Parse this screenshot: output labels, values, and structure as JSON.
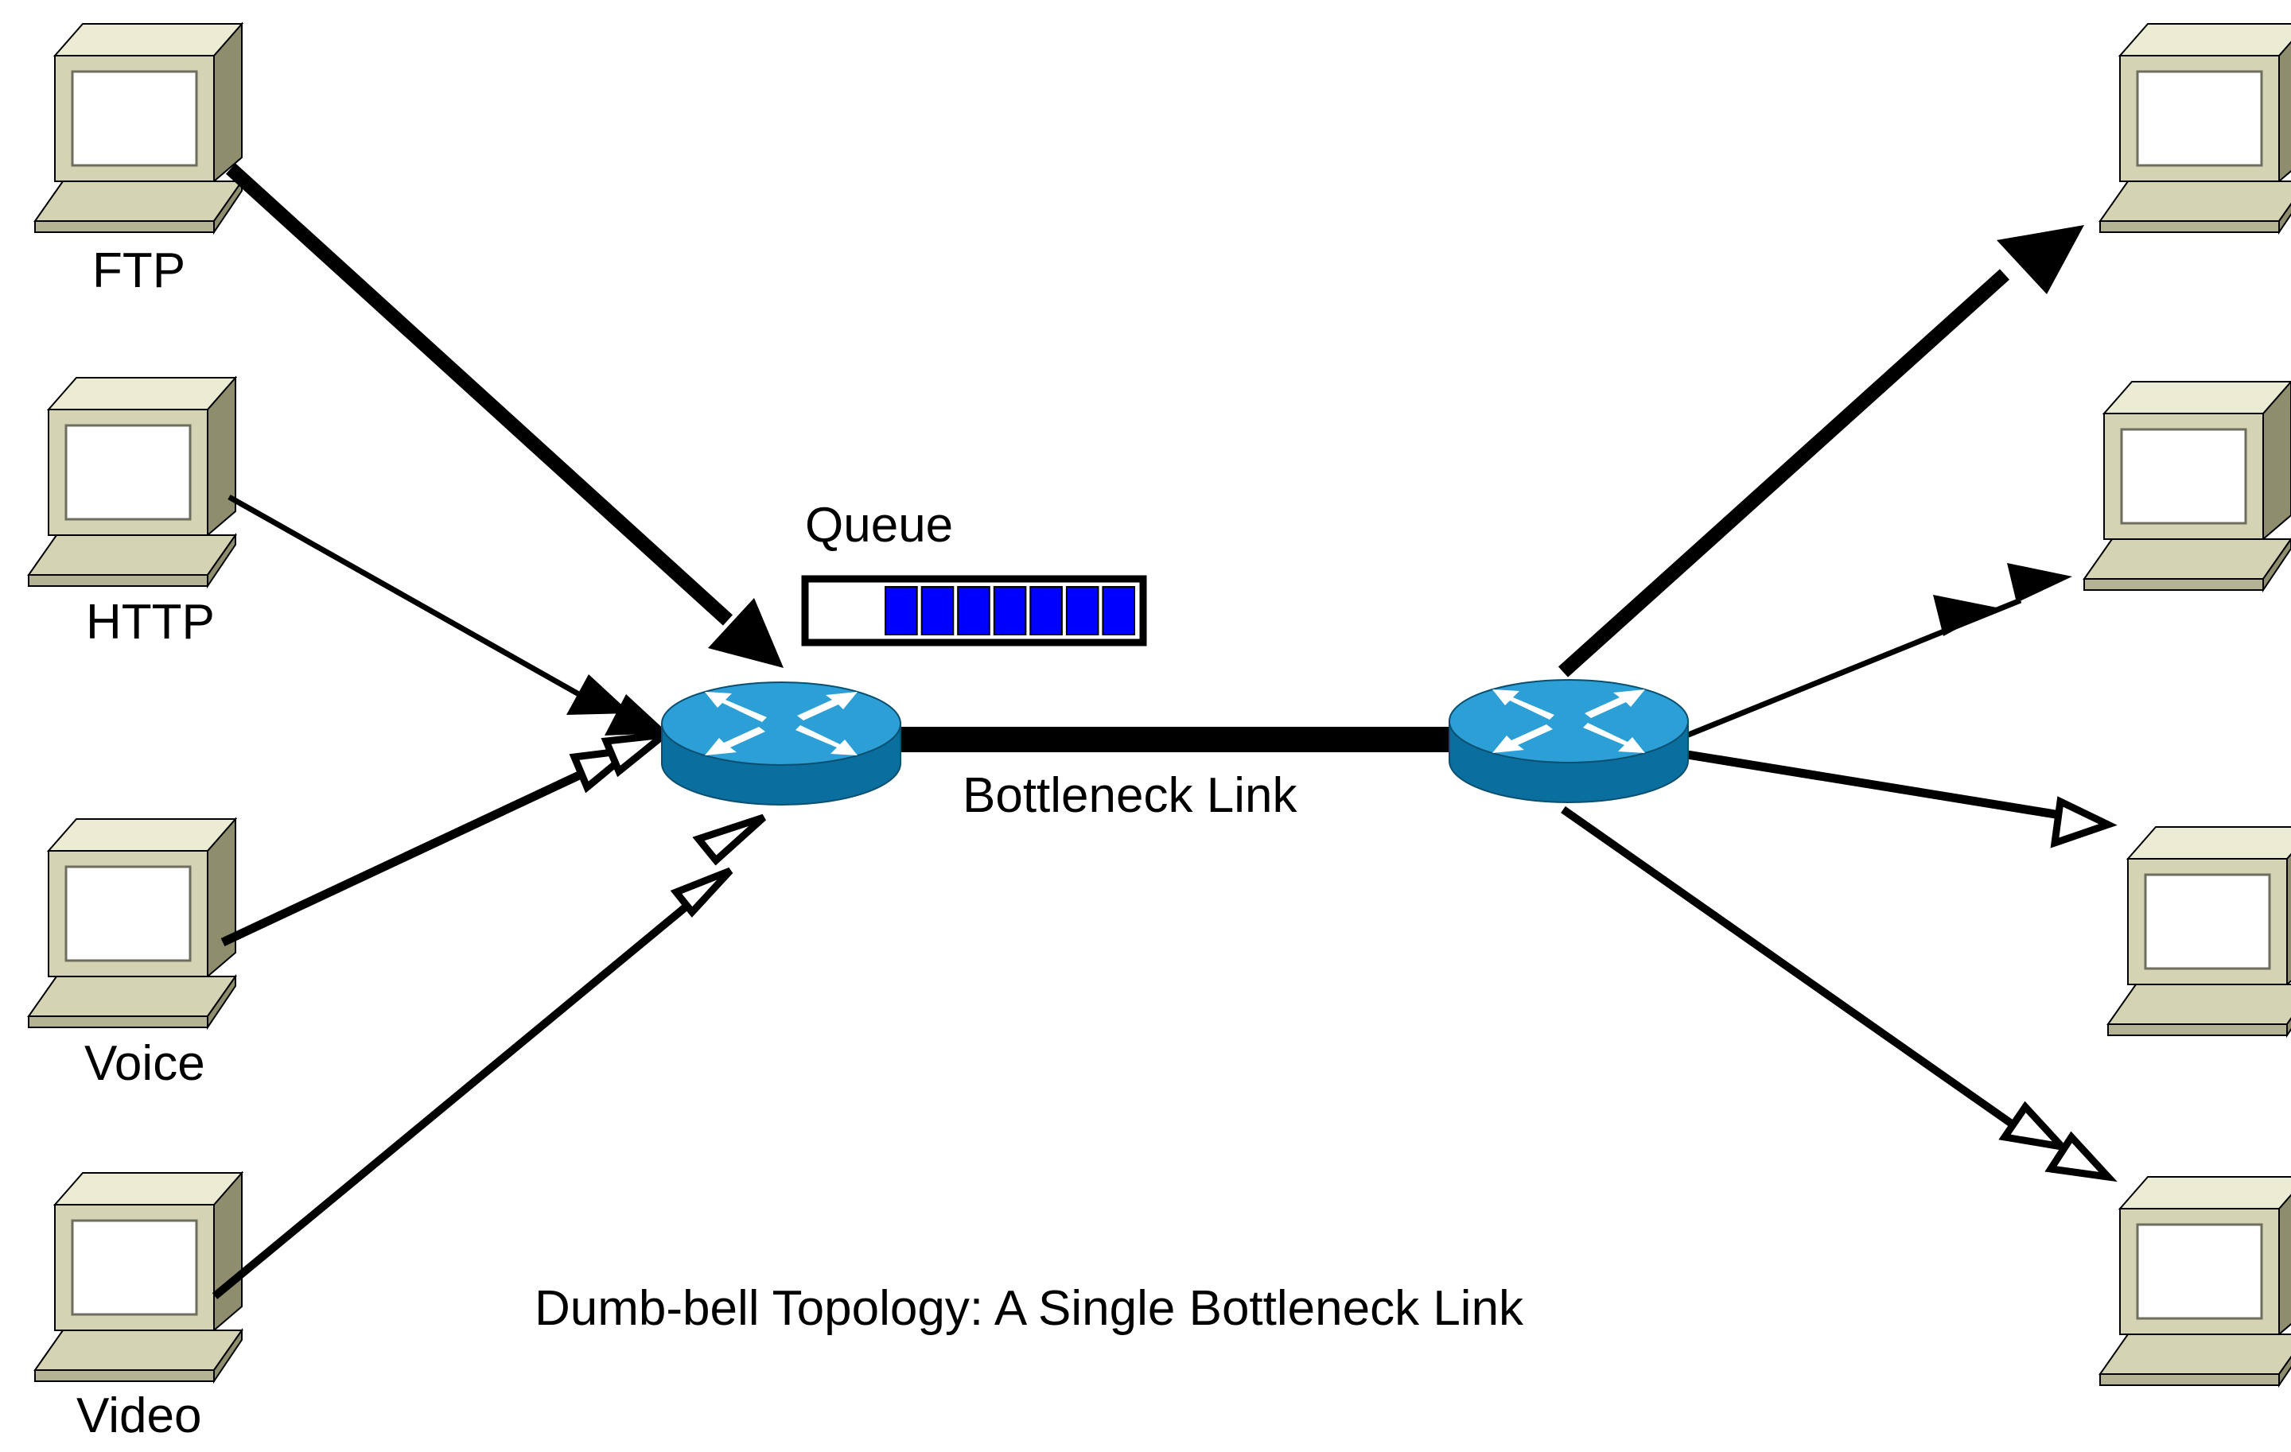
{
  "caption": "Dumb-bell Topology: A Single Bottleneck Link",
  "queue": {
    "label": "Queue",
    "filled_slots": 7,
    "total_slots": 9
  },
  "bottleneck": {
    "label": "Bottleneck Link"
  },
  "senders": [
    {
      "label": "FTP"
    },
    {
      "label": "HTTP"
    },
    {
      "label": "Voice"
    },
    {
      "label": "Video"
    }
  ],
  "receivers": [
    {},
    {},
    {},
    {}
  ],
  "colors": {
    "queue_fill": "#0000ff",
    "router_top": "#2b9fd6",
    "router_side": "#0a6e9e",
    "computer_body": "#d4d4b4",
    "computer_shade": "#8e8e6e"
  },
  "icons": {
    "router": "router-icon",
    "computer": "computer-icon",
    "arrow_solid": "solid-arrowhead-icon",
    "arrow_open": "hollow-arrowhead-icon"
  }
}
